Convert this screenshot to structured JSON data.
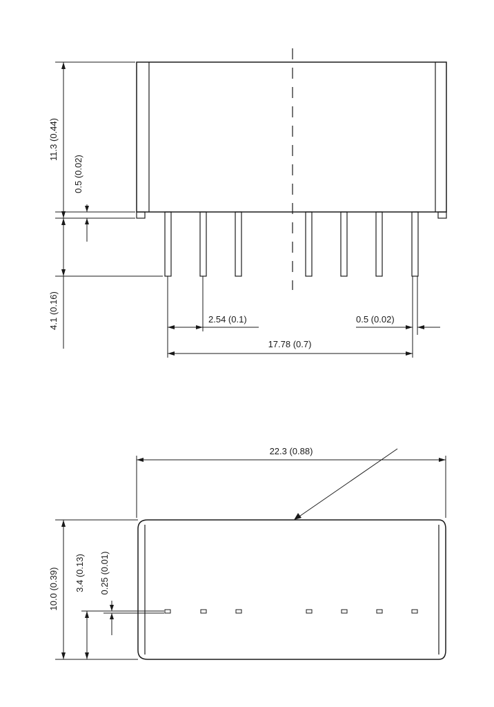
{
  "side_view": {
    "height_total": "11.3 (0.44)",
    "standoff": "0.5 (0.02)",
    "pin_length": "4.1 (0.16)",
    "pin_pitch": "2.54 (0.1)",
    "pin_width": "0.5 (0.02)",
    "pin_span": "17.78 (0.7)"
  },
  "top_view": {
    "length": "22.3 (0.88)",
    "width": "10.0 (0.39)",
    "pin_row_offset": "3.4 (0.13)",
    "pin_row_thickness": "0.25 (0.01)"
  }
}
